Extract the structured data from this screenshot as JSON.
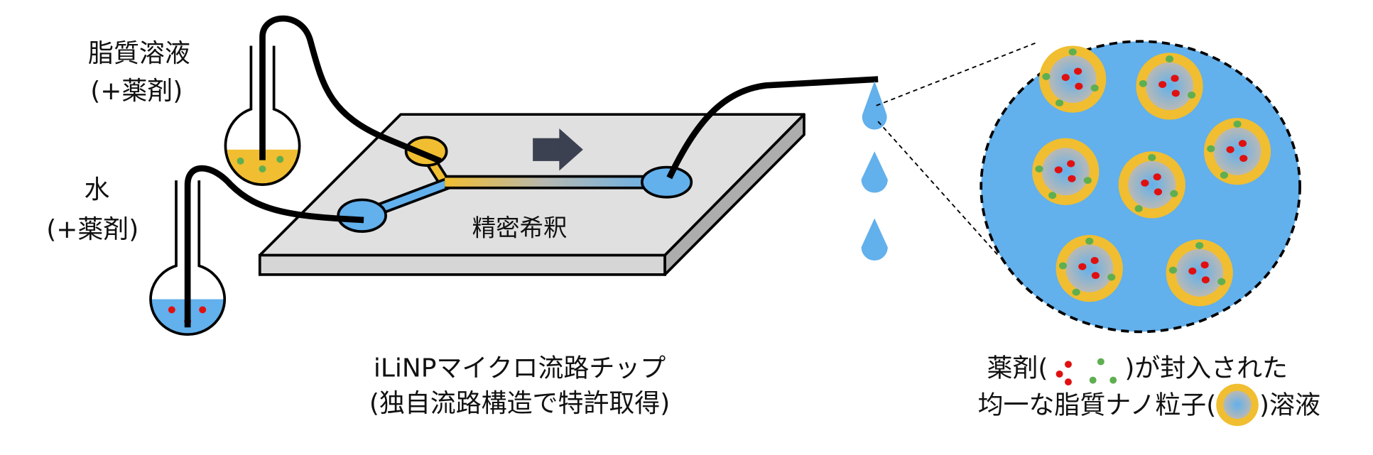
{
  "labels": {
    "lipid_solution": "脂質溶液",
    "lipid_drug": "(+薬剤)",
    "water": "水",
    "water_drug": "(+薬剤)",
    "dilution": "精密希釈",
    "chip_name": "iLiNPマイクロ流路チップ",
    "chip_note": "(独自流路構造で特許取得)",
    "legend_line1_prefix": "薬剤(",
    "legend_line1_suffix": ")が封入された",
    "legend_line2_prefix": "均一な脂質ナノ粒子(",
    "legend_line2_suffix": ")溶液"
  },
  "colors": {
    "lipid": "#f0be30",
    "water": "#62b0ec",
    "drug_red": "#e01010",
    "drug_green": "#5faf50",
    "chip_top": "#e0e0e0",
    "chip_front": "#d6d6d6",
    "chip_side": "#adadad",
    "arrow": "#3b4150"
  },
  "particle_count": 7
}
